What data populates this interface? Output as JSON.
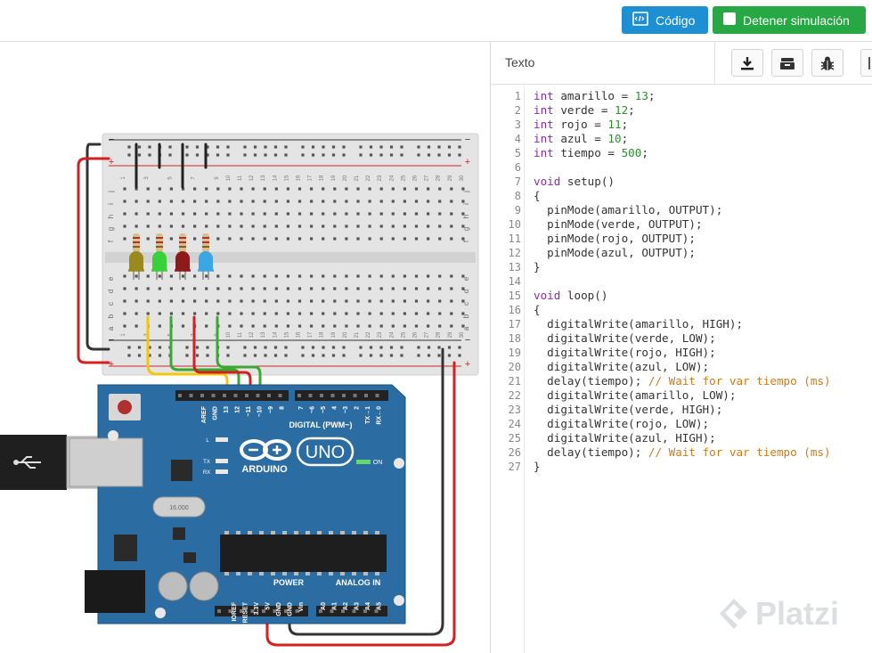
{
  "toolbar": {
    "code_label": "Código",
    "stop_label": "Detener simulación",
    "colors": {
      "code": "#1e8fd1",
      "stop": "#27a844"
    }
  },
  "code_panel": {
    "mode_label": "Texto",
    "icons": [
      "download-icon",
      "library-icon",
      "debug-bug-icon",
      "more-icon"
    ],
    "line_numbers": [
      "1",
      "2",
      "3",
      "4",
      "5",
      "6",
      "7",
      "8",
      "9",
      "10",
      "11",
      "12",
      "13",
      "14",
      "15",
      "16",
      "17",
      "18",
      "19",
      "20",
      "21",
      "22",
      "23",
      "24",
      "25",
      "26",
      "27"
    ],
    "lines": [
      "int amarillo = 13;",
      "int verde = 12;",
      "int rojo = 11;",
      "int azul = 10;",
      "int tiempo = 500;",
      "",
      "void setup()",
      "{",
      "  pinMode(amarillo, OUTPUT);",
      "  pinMode(verde, OUTPUT);",
      "  pinMode(rojo, OUTPUT);",
      "  pinMode(azul, OUTPUT);",
      "}",
      "",
      "void loop()",
      "{",
      "  digitalWrite(amarillo, HIGH);",
      "  digitalWrite(verde, LOW);",
      "  digitalWrite(rojo, HIGH);",
      "  digitalWrite(azul, LOW);",
      "  delay(tiempo); // Wait for var tiempo (ms)",
      "  digitalWrite(amarillo, LOW);",
      "  digitalWrite(verde, HIGH);",
      "  digitalWrite(rojo, LOW);",
      "  digitalWrite(azul, HIGH);",
      "  delay(tiempo); // Wait for var tiempo (ms)",
      "}"
    ]
  },
  "circuit": {
    "breadboard_rows_top": [
      "j",
      "i",
      "h",
      "g",
      "f"
    ],
    "breadboard_rows_bottom": [
      "e",
      "d",
      "c",
      "b",
      "a"
    ],
    "column_labels": [
      "1",
      "3",
      "5",
      "7",
      "9",
      "10",
      "11",
      "12",
      "13",
      "14",
      "15",
      "16",
      "17",
      "18",
      "19",
      "20",
      "21",
      "22",
      "23",
      "24",
      "25",
      "26",
      "27",
      "28",
      "29",
      "30"
    ],
    "rail_plus": "+",
    "rail_minus": "−",
    "leds": [
      {
        "name": "amarillo",
        "color": "#9a8a1e"
      },
      {
        "name": "verde",
        "color": "#39d13a"
      },
      {
        "name": "rojo",
        "color": "#8e1a1a"
      },
      {
        "name": "azul",
        "color": "#3aa6e6"
      }
    ],
    "arduino": {
      "brand": "ARDUINO",
      "model": "UNO",
      "digital_label": "DIGITAL (PWM~)",
      "power_label": "POWER",
      "analog_label": "ANALOG IN",
      "on_label": "ON",
      "tx_label": "TX",
      "rx_label": "RX",
      "l_label": "L",
      "crystal_label": "16.000",
      "digital_pins": [
        "AREF",
        "GND",
        "13",
        "12",
        "~11",
        "~10",
        "~9",
        "8",
        "7",
        "~6",
        "~5",
        "4",
        "~3",
        "2",
        "TX→1",
        "RX←0"
      ],
      "power_pins": [
        "IOREF",
        "RESET",
        "3.3V",
        "5V",
        "GND",
        "GND",
        "Vin"
      ],
      "analog_pins": [
        "A0",
        "A1",
        "A2",
        "A3",
        "A4",
        "A5"
      ],
      "board_color": "#2b6ca3"
    }
  },
  "watermark": {
    "text": "Platzi"
  }
}
